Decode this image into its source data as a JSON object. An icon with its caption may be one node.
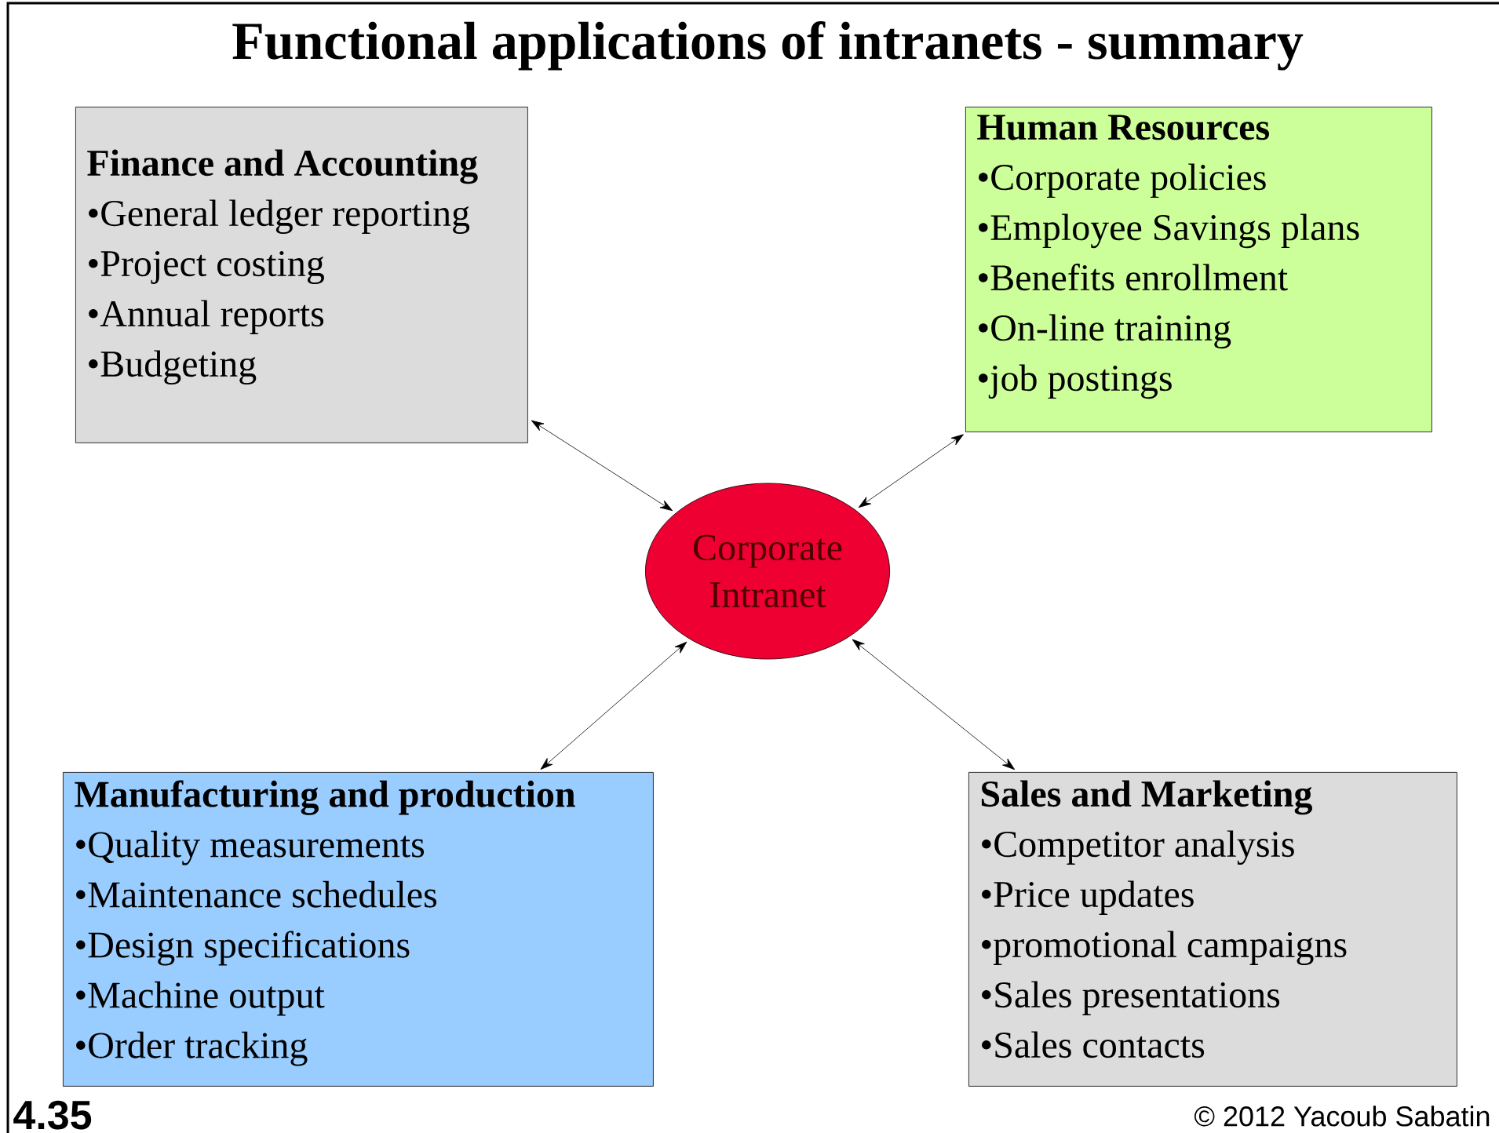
{
  "diagram": {
    "title": "Functional applications of intranets - summary",
    "nodes": [
      {
        "text": [
          "Finance and Accounting",
          "•General ledger reporting",
          "•Project costing",
          "•Annual reports",
          "•Budgeting"
        ]
      },
      {
        "text": [
          "Human Resources",
          "•Corporate policies",
          "•Employee Savings plans",
          "•Benefits enrollment",
          "•On-line training",
          "•job postings"
        ]
      },
      {
        "text": [
          "Corporate Intranet"
        ]
      },
      {
        "text": [
          "Manufacturing and production",
          "•Quality measurements",
          "•Maintenance schedules",
          "•Design specifications",
          "•Machine output",
          "•Order tracking"
        ]
      },
      {
        "text": [
          "Sales and Marketing",
          "•Competitor analysis",
          "•Price updates",
          "•promotional campaigns",
          "•Sales presentations",
          "•Sales contacts"
        ]
      }
    ],
    "edges": [
      {
        "from": 0,
        "to": 2,
        "arrow": "both"
      },
      {
        "from": 1,
        "to": 2,
        "arrow": "both"
      },
      {
        "from": 3,
        "to": 2,
        "arrow": "both"
      },
      {
        "from": 4,
        "to": 2,
        "arrow": "both"
      }
    ],
    "labels": [
      "4.35",
      "© 2012 Yacoub Sabatin"
    ]
  }
}
